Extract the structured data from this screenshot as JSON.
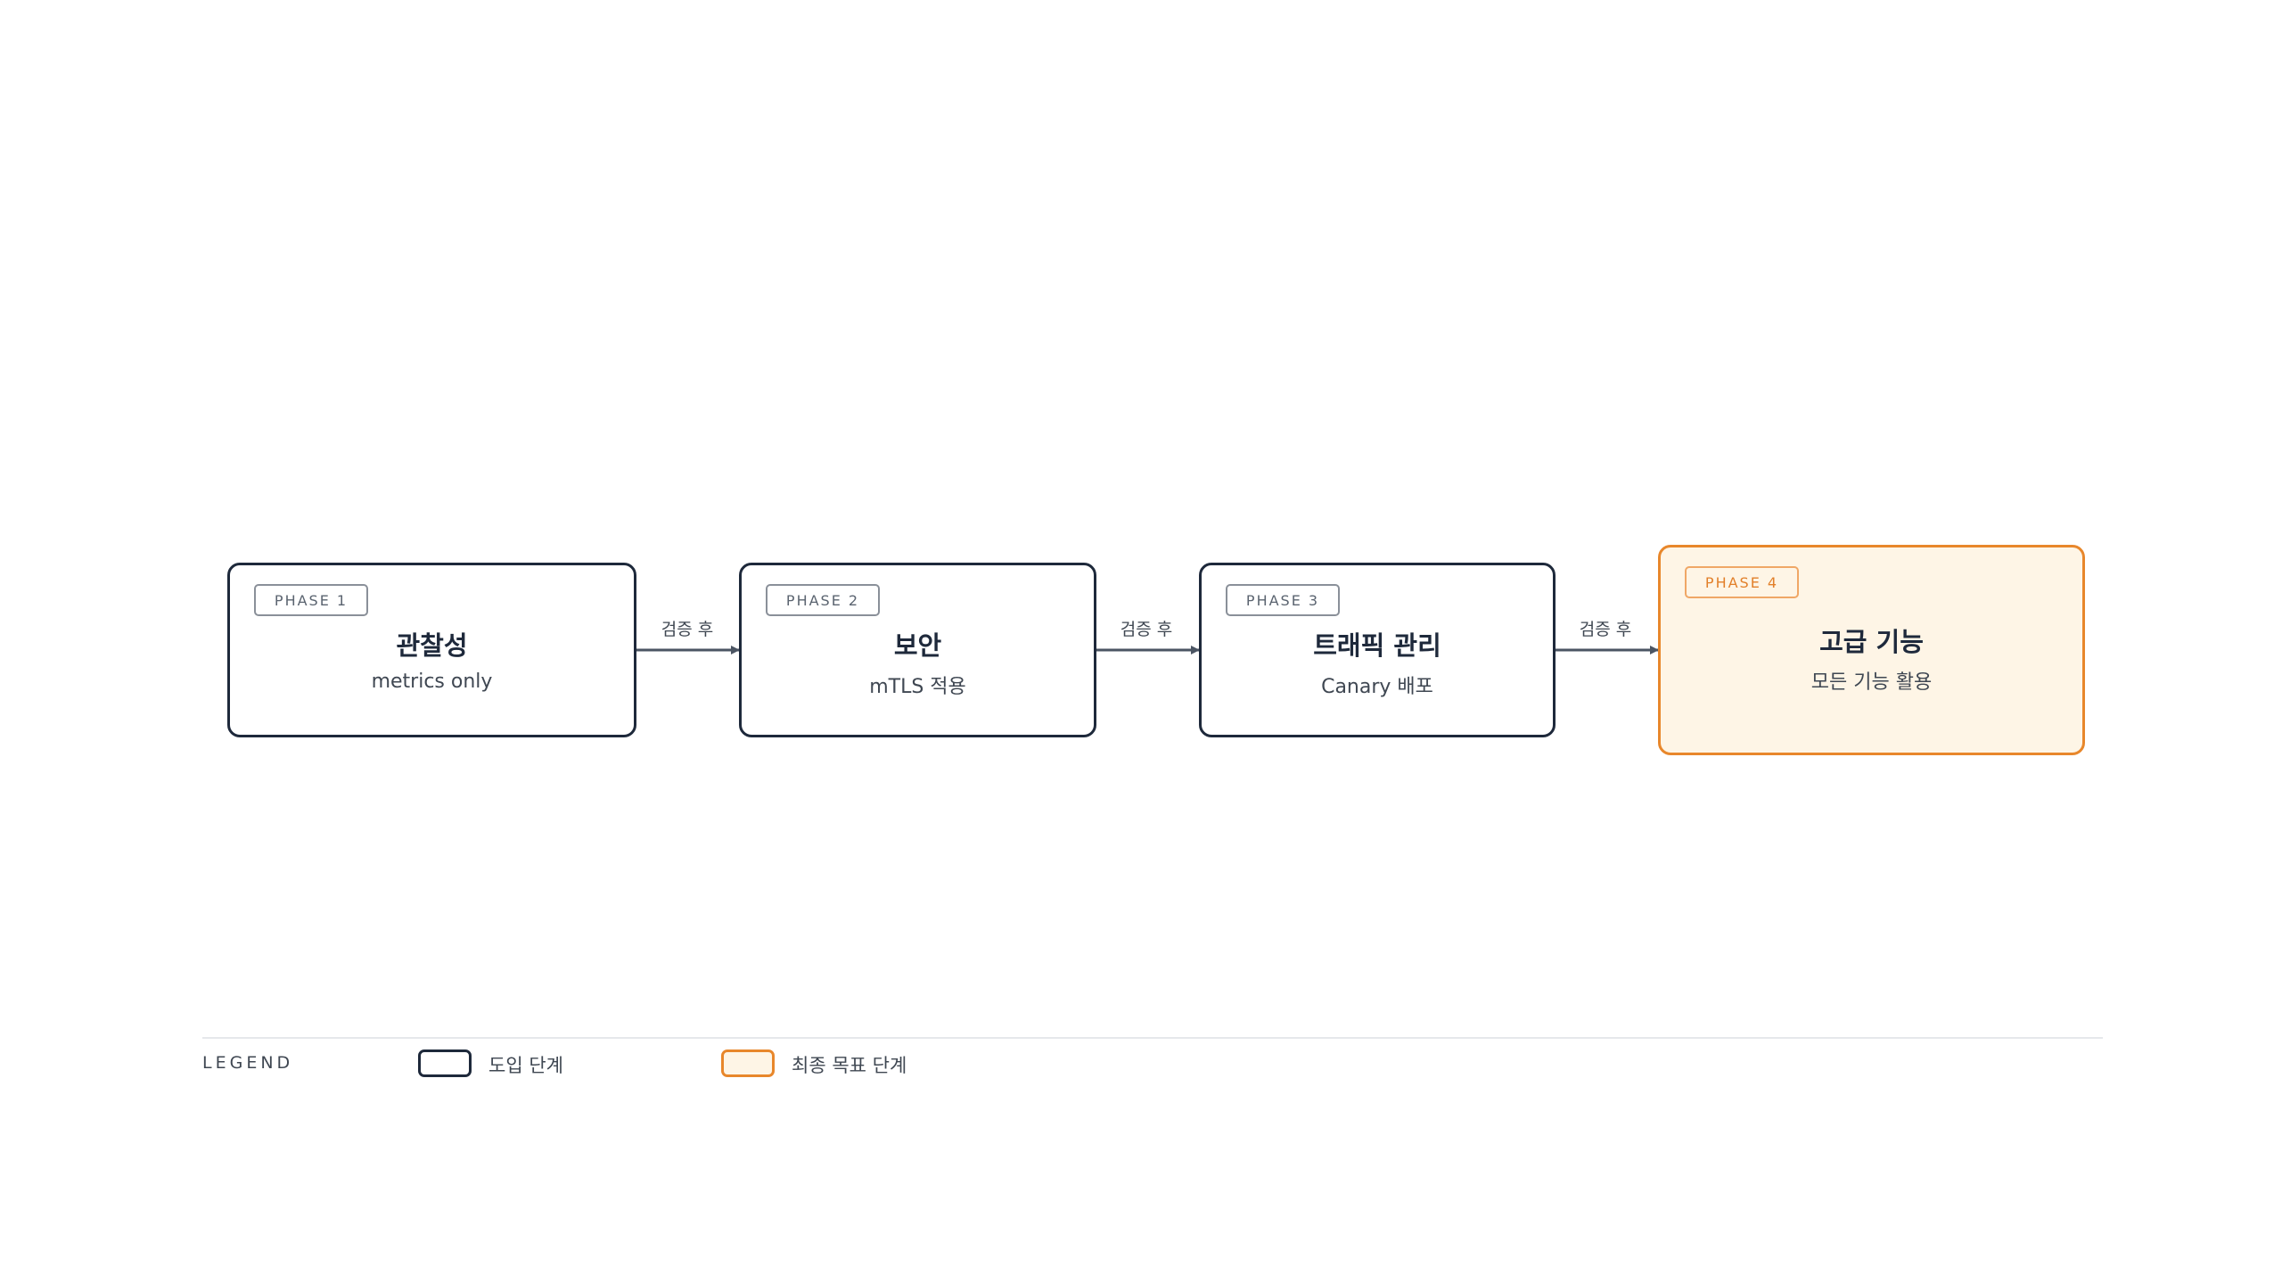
{
  "diagram": {
    "phases": [
      {
        "tag": "PHASE 1",
        "title": "관찰성",
        "subtitle": "metrics only"
      },
      {
        "tag": "PHASE 2",
        "title": "보안",
        "subtitle": "mTLS 적용"
      },
      {
        "tag": "PHASE 3",
        "title": "트래픽 관리",
        "subtitle": "Canary 배포"
      },
      {
        "tag": "PHASE 4",
        "title": "고급 기능",
        "subtitle": "모든 기능 활용"
      }
    ],
    "edges": [
      {
        "from": "PHASE 1",
        "to": "PHASE 2",
        "label": "검증 후"
      },
      {
        "from": "PHASE 2",
        "to": "PHASE 3",
        "label": "검증 후"
      },
      {
        "from": "PHASE 3",
        "to": "PHASE 4",
        "label": "검증 후"
      }
    ]
  },
  "legend": {
    "title": "LEGEND",
    "items": [
      {
        "label": "도입 단계"
      },
      {
        "label": "최종 목표 단계"
      }
    ]
  },
  "colors": {
    "stroke": "#1e293b",
    "accent": "#e8872b",
    "accent_fill": "#fef5e6",
    "arrow": "#4b5563"
  }
}
